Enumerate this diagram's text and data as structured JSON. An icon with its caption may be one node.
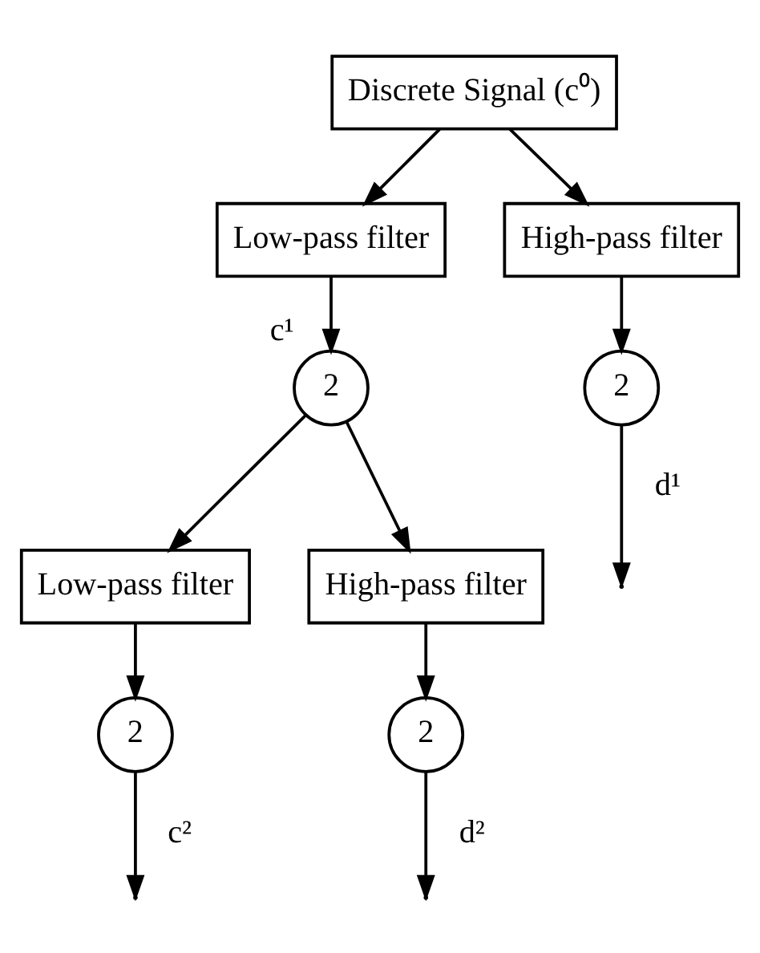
{
  "diagram": {
    "nodes": [
      {
        "text": [
          "Discrete Signal (c⁰)"
        ]
      },
      {
        "text": [
          "Low-pass filter"
        ]
      },
      {
        "text": [
          "High-pass filter"
        ]
      },
      {
        "text": [
          "2"
        ],
        "beside": [
          "c¹"
        ]
      },
      {
        "text": [
          "2"
        ]
      },
      {
        "text": [
          "Low-pass filter"
        ]
      },
      {
        "text": [
          "High-pass filter"
        ]
      },
      {
        "text": [
          "2"
        ]
      },
      {
        "text": [
          "2"
        ]
      }
    ],
    "edges": [
      {
        "from": 0,
        "to": 1,
        "arrow": "to"
      },
      {
        "from": 0,
        "to": 2,
        "arrow": "to"
      },
      {
        "from": 1,
        "to": 3,
        "arrow": "to"
      },
      {
        "from": 2,
        "to": 4,
        "arrow": "to"
      },
      {
        "from": 4,
        "to": null,
        "arrow": "to",
        "label": "d¹"
      },
      {
        "from": 3,
        "to": 5,
        "arrow": "to"
      },
      {
        "from": 3,
        "to": 6,
        "arrow": "to"
      },
      {
        "from": 5,
        "to": 7,
        "arrow": "to"
      },
      {
        "from": 6,
        "to": 8,
        "arrow": "to"
      },
      {
        "from": 7,
        "to": null,
        "arrow": "to",
        "label": "c²"
      },
      {
        "from": 8,
        "to": null,
        "arrow": "to",
        "label": "d²"
      }
    ]
  }
}
